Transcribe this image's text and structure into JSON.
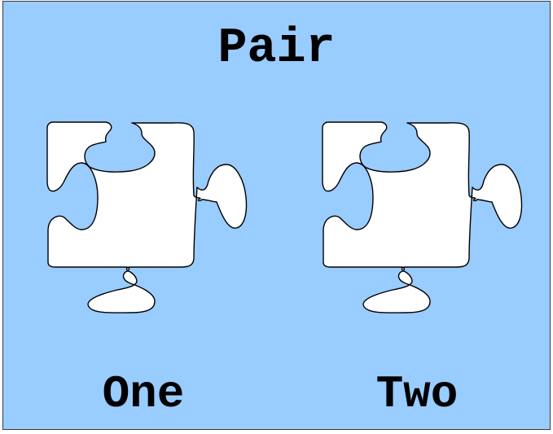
{
  "title": "Pair",
  "pieces": [
    {
      "label": "One",
      "icon": "puzzle-piece-icon"
    },
    {
      "label": "Two",
      "icon": "puzzle-piece-icon"
    }
  ],
  "colors": {
    "background": "#99ccff",
    "piece_fill": "#ffffff",
    "outline": "#000000",
    "text": "#000000"
  }
}
